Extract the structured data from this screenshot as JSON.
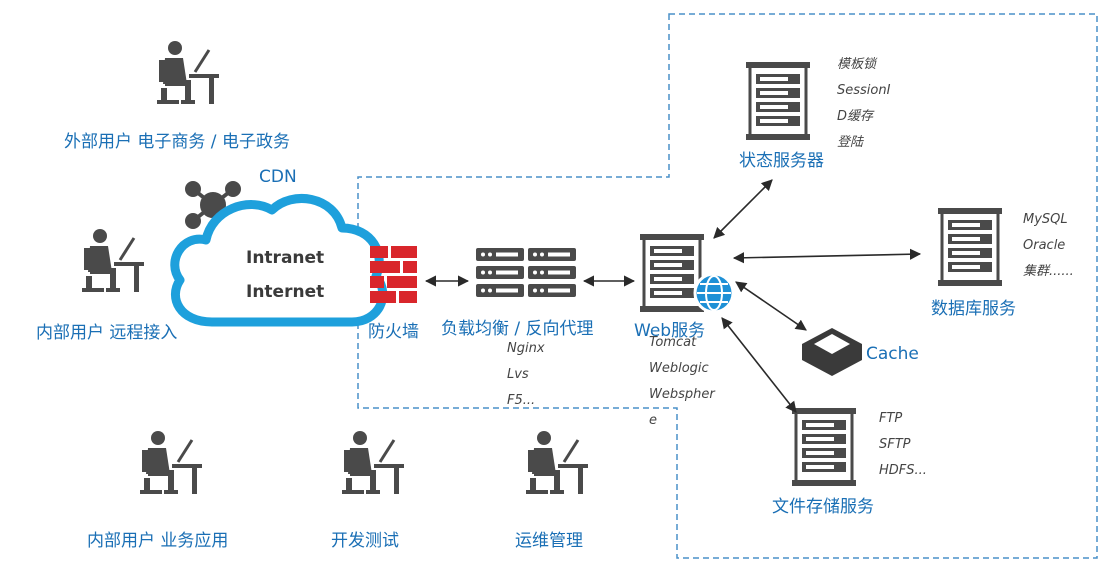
{
  "users": {
    "external_label": "外部用户 电子商务 / 电子政务",
    "remote_label": "内部用户 远程接入",
    "business_label": "内部用户 业务应用",
    "devtest_label": "开发测试",
    "ops_label": "运维管理"
  },
  "cdn": {
    "label": "CDN",
    "intranet": "Intranet",
    "internet": "Internet"
  },
  "firewall": {
    "label": "防火墙"
  },
  "load_balancer": {
    "label": "负载均衡 / 反向代理",
    "notes": [
      "Nginx",
      "Lvs",
      "F5..."
    ]
  },
  "web": {
    "label": "Web服务",
    "notes": [
      "Tomcat",
      "Weblogic",
      "Webspher",
      "e"
    ]
  },
  "state_server": {
    "label": "状态服务器",
    "notes": [
      "模板锁",
      "SessionI",
      "D缓存",
      "登陆"
    ]
  },
  "database": {
    "label": "数据库服务",
    "notes": [
      "MySQL",
      "Oracle",
      "集群......"
    ]
  },
  "cache": {
    "label": "Cache"
  },
  "file_storage": {
    "label": "文件存储服务",
    "notes": [
      "FTP",
      "SFTP",
      "HDFS..."
    ]
  },
  "colors": {
    "accent_blue": "#1a6fb5",
    "cloud_blue": "#1ea0dc",
    "dashed": "#4a90c8",
    "icon_gray": "#4a4a4a",
    "firewall_red": "#d9262b"
  }
}
